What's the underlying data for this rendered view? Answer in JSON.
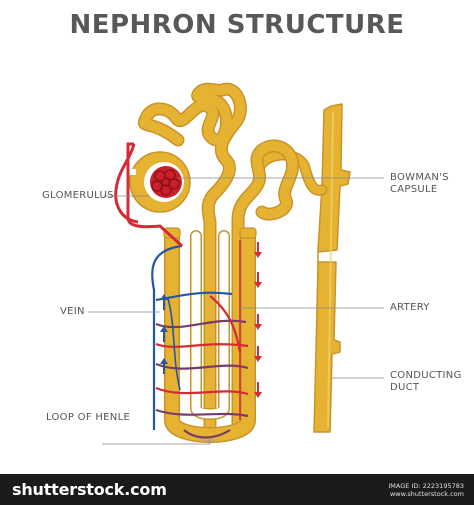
{
  "title": "NEPHRON  STRUCTURE",
  "labels": {
    "glomerulus": "GLOMERULUS",
    "bowmans_line1": "BOWMAN'S",
    "bowmans_line2": "CAPSULE",
    "vein": "VEIN",
    "artery": "ARTERY",
    "conducting_line1": "CONDUCTING",
    "conducting_line2": "DUCT",
    "loop_of_henle": "LOOP OF HENLE"
  },
  "footer": {
    "brand": "shutterstock.com",
    "image_id": "IMAGE ID: 2223195783",
    "site": "www.shutterstock.com"
  },
  "colors": {
    "tubule": "#e6b232",
    "tubule_outline": "#c9932a",
    "artery_red": "#d42b35",
    "vein_blue": "#2556a6",
    "capillary_purple": "#7a3a6a",
    "label_gray": "#555555",
    "leader_line": "#888888",
    "arrow_red": "#d42b35",
    "arrow_blue": "#2556a6"
  }
}
